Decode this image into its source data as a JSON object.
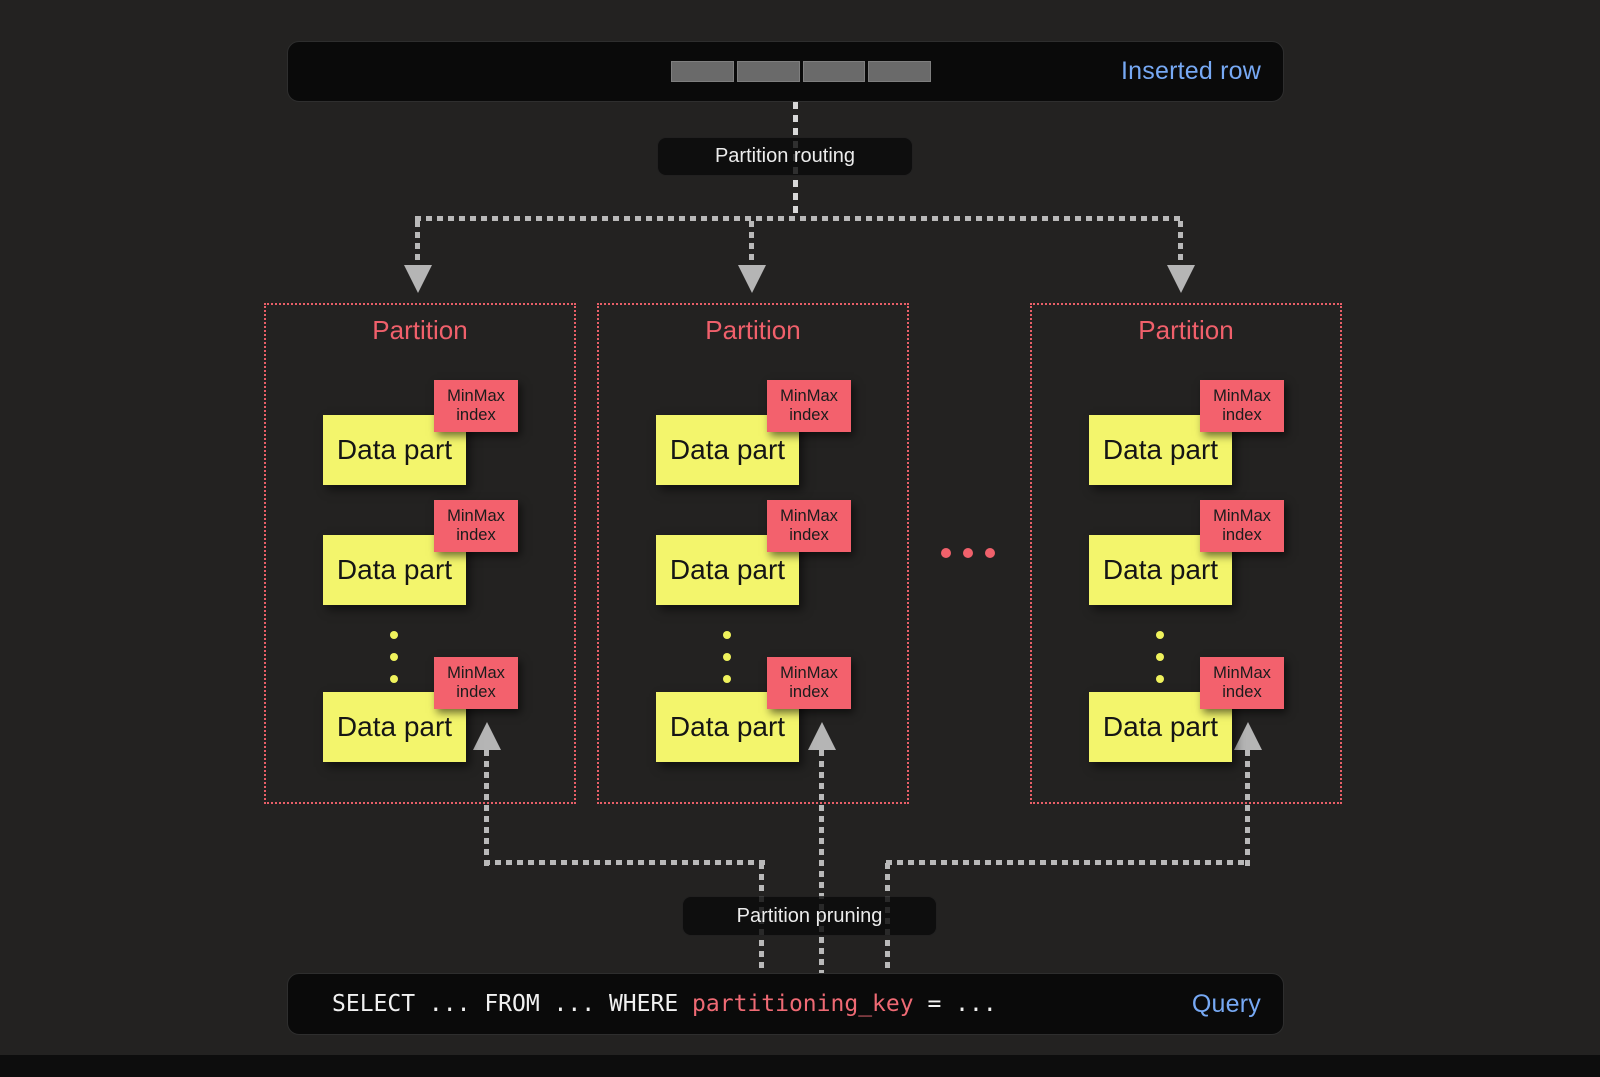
{
  "inserted_row": {
    "label": "Inserted row",
    "segment_count": 4
  },
  "flow_labels": {
    "routing": "Partition routing",
    "pruning": "Partition pruning"
  },
  "partitions": [
    {
      "title": "Partition",
      "parts": [
        {
          "label": "Data part",
          "index": "MinMax index"
        },
        {
          "label": "Data part",
          "index": "MinMax index"
        },
        {
          "label": "Data part",
          "index": "MinMax index"
        }
      ]
    },
    {
      "title": "Partition",
      "parts": [
        {
          "label": "Data part",
          "index": "MinMax index"
        },
        {
          "label": "Data part",
          "index": "MinMax index"
        },
        {
          "label": "Data part",
          "index": "MinMax index"
        }
      ]
    },
    {
      "title": "Partition",
      "parts": [
        {
          "label": "Data part",
          "index": "MinMax index"
        },
        {
          "label": "Data part",
          "index": "MinMax index"
        },
        {
          "label": "Data part",
          "index": "MinMax index"
        }
      ]
    }
  ],
  "query": {
    "code_prefix": "SELECT ... FROM ... WHERE ",
    "code_key": "partitioning_key",
    "code_suffix": " = ...",
    "label": "Query"
  },
  "icons": {
    "more_partitions": "ellipsis-dots",
    "more_parts": "vertical-ellipsis-dots"
  },
  "colors": {
    "background": "#232221",
    "panel_black": "#0a0a0a",
    "accent_blue": "#77a9f4",
    "accent_red": "#f0616b",
    "accent_yellow": "#f3f56c",
    "arrow_gray": "#b9b9b9",
    "cell_gray": "#6a6a6a"
  }
}
